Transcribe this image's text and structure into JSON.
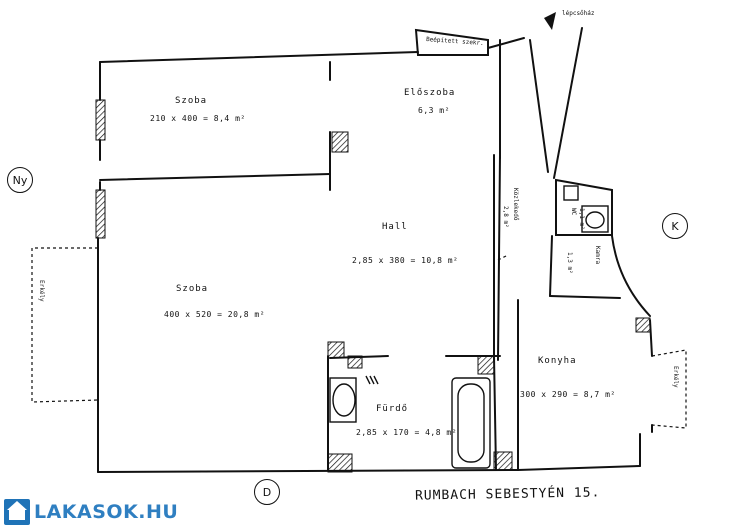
{
  "rooms": {
    "szoba_top": {
      "name": "Szoba",
      "dims": "210 x 400 = 8,4 m²"
    },
    "eloszoba": {
      "name": "Előszoba",
      "dims": "6,3 m²"
    },
    "hall": {
      "name": "Hall",
      "dims": "2,85 x 380 = 10,8 m²"
    },
    "szoba_main": {
      "name": "Szoba",
      "dims": "400 x 520 = 20,8 m²"
    },
    "kozlekedo": {
      "name": "Közlekedő",
      "dims": "2,8 m²"
    },
    "wc": {
      "name": "WC",
      "dims": "1,1 m²"
    },
    "kamra": {
      "name": "Kamra",
      "dims": "1,3 m²"
    },
    "konyha": {
      "name": "Konyha",
      "dims": "300 x 290 = 8,7 m²"
    },
    "furdo": {
      "name": "Fürdő",
      "dims": "2,85 x 170 = 4,8 m²"
    }
  },
  "labels": {
    "beepitett": "Beépített szekr.",
    "erkely_left": "Erkély",
    "erkely_right": "Erkély",
    "lepcsohaz": "lépcsőház"
  },
  "compass": {
    "west": "Ny",
    "east": "K",
    "south": "D"
  },
  "street": "RUMBACH SEBESTYÉN 15.",
  "watermark": "LAKASOK.HU",
  "colors": {
    "ink": "#111111",
    "watermark": "#2f7fc1"
  }
}
